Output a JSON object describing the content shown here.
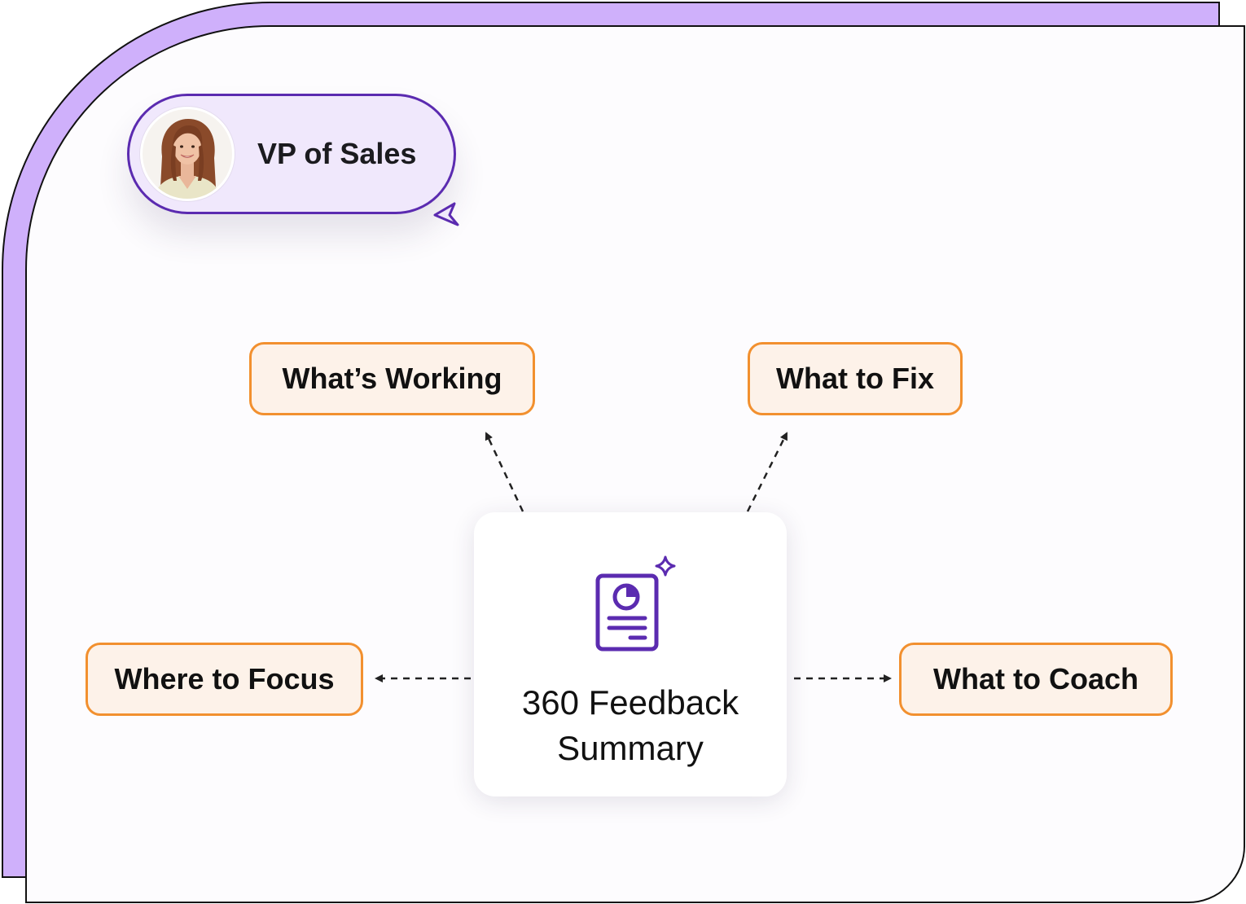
{
  "persona": {
    "title": "VP of Sales",
    "avatar_icon": "person-avatar-icon",
    "pointer_icon": "cursor-arrow-icon"
  },
  "center": {
    "title_line1": "360 Feedback",
    "title_line2": "Summary",
    "icon": "report-pie-chart-sparkle-icon"
  },
  "nodes": {
    "working": "What’s Working",
    "fix": "What to Fix",
    "focus": "Where to Focus",
    "coach": "What to Coach"
  },
  "colors": {
    "accent_purple": "#5b2bb0",
    "lavender_back": "#cfb0fb",
    "persona_fill": "#f0e8fc",
    "node_border": "#f2902f",
    "node_fill": "#fdf2e9",
    "outline": "#111111",
    "connector": "#222222"
  }
}
